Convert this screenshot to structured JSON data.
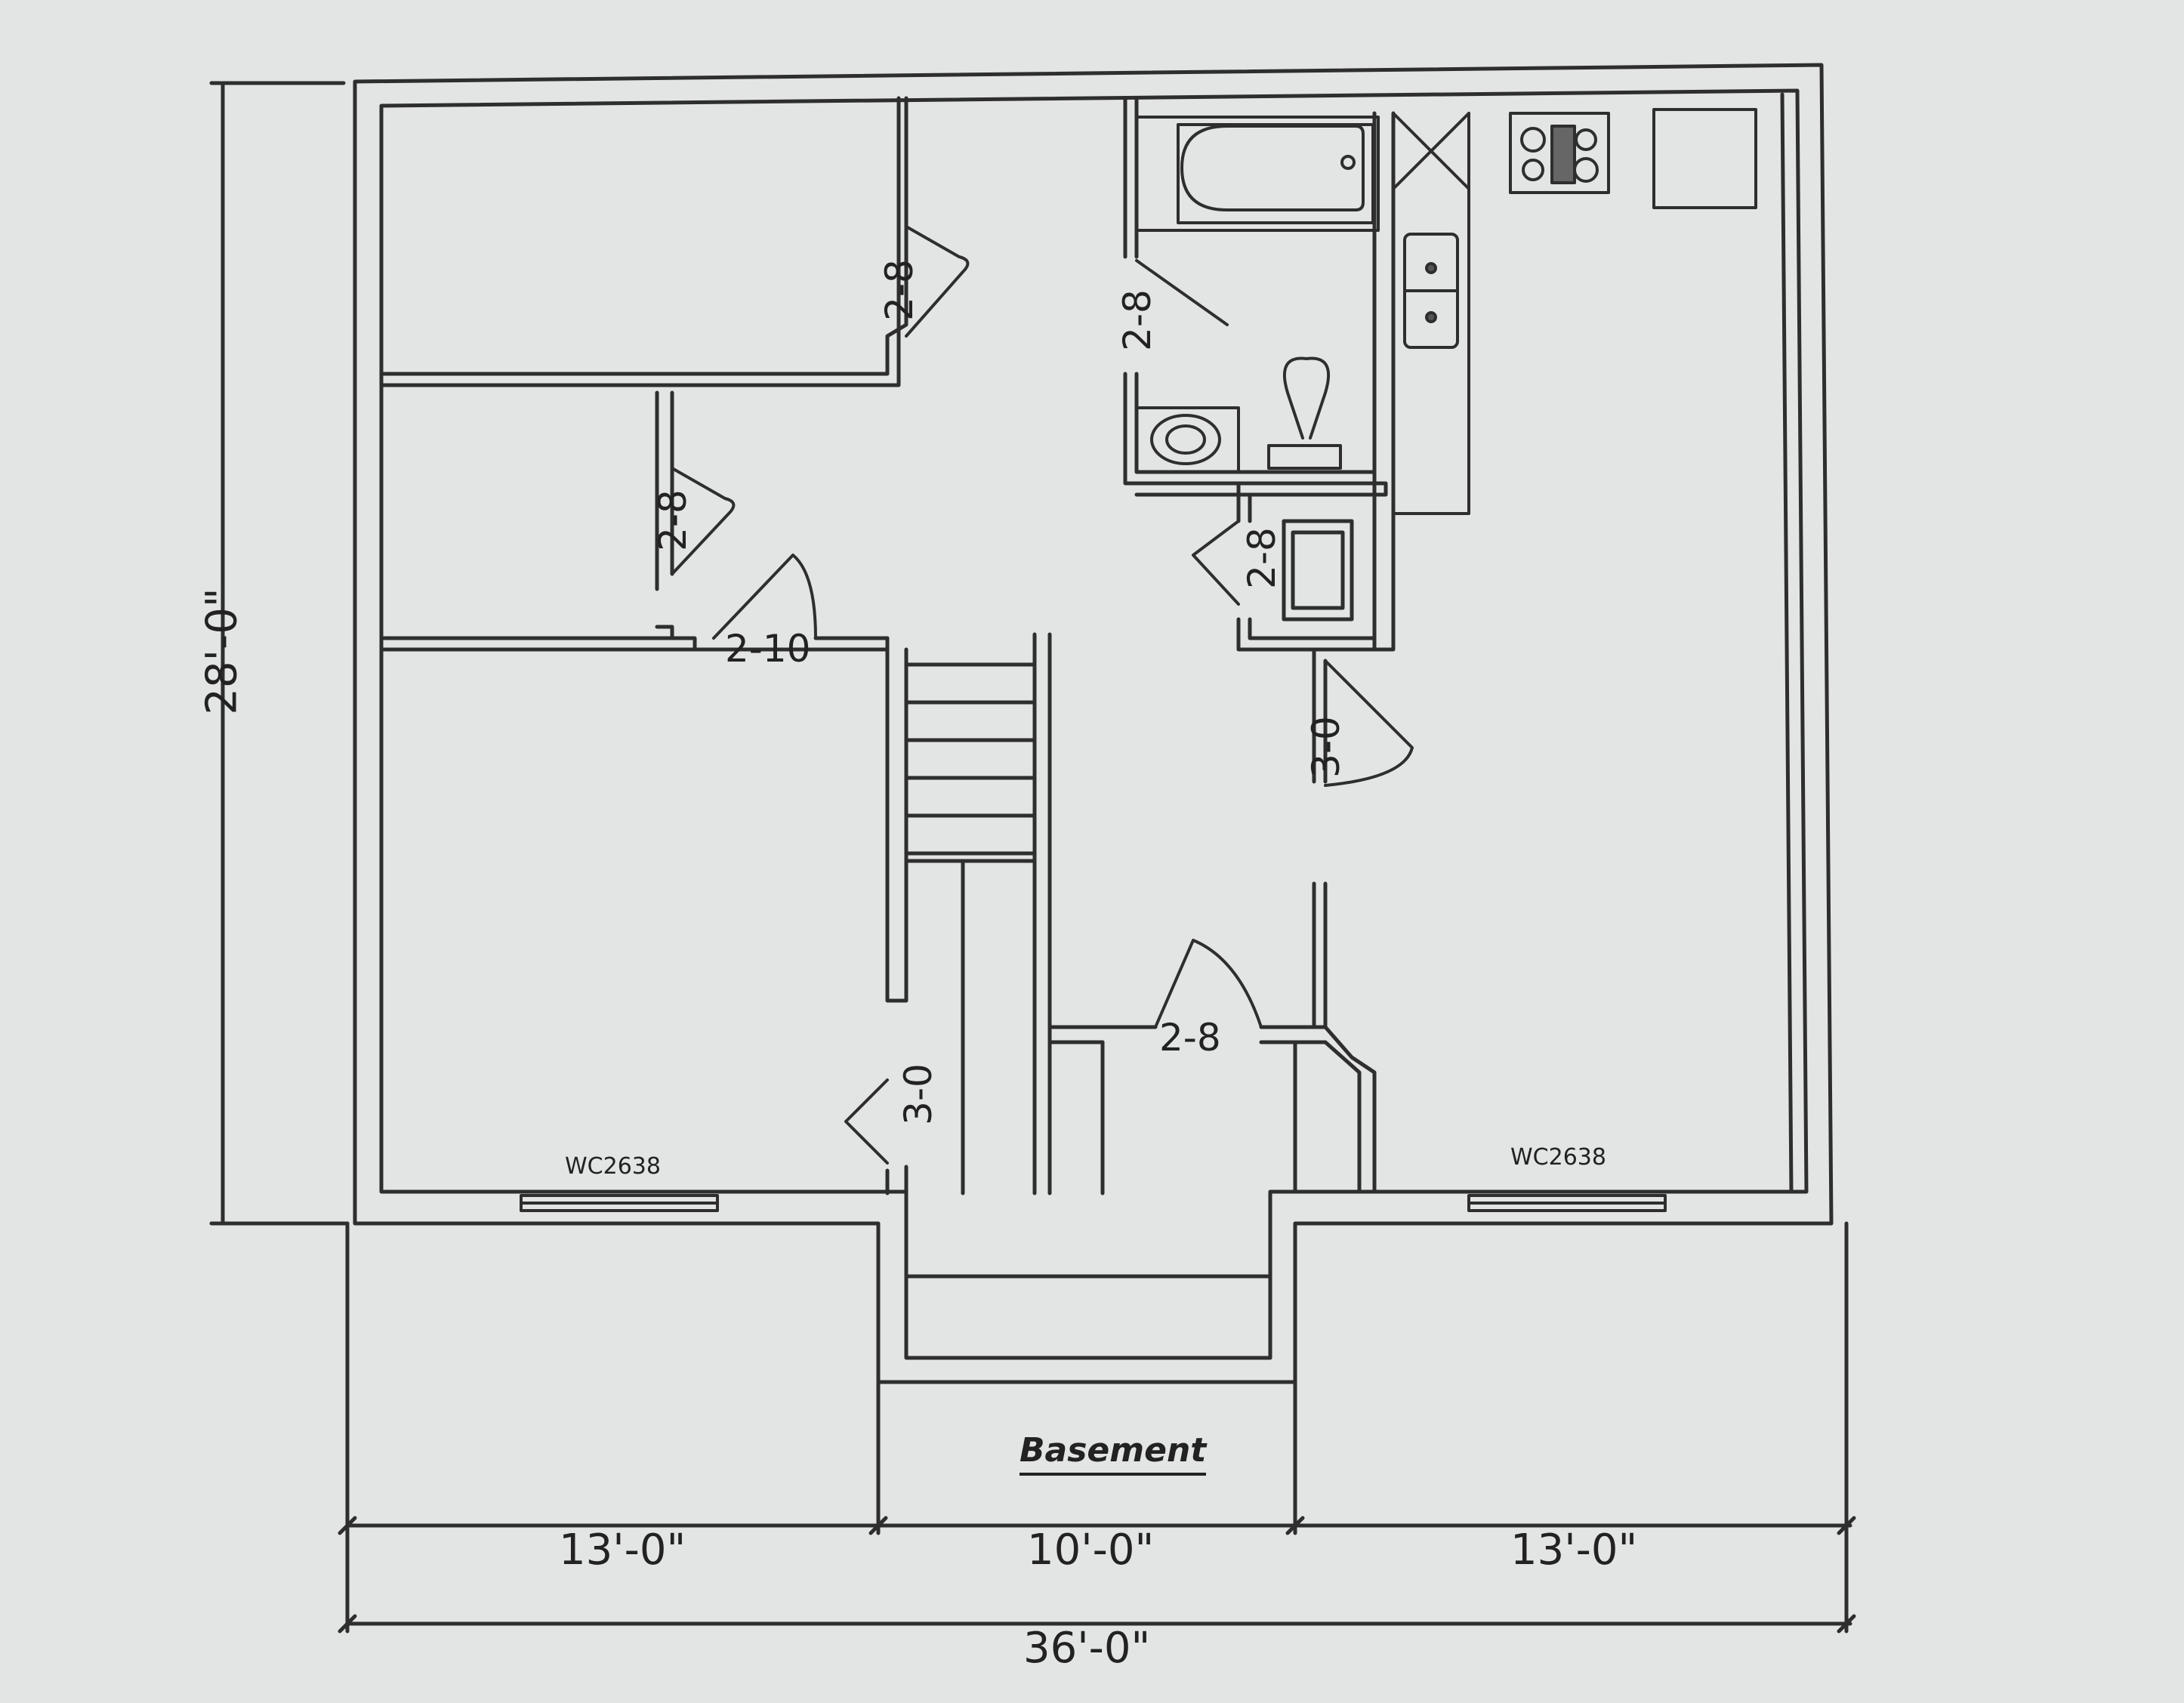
{
  "drawing": {
    "title": "Basement",
    "paper_color": "#e3e5e4",
    "line_color": "#2e2e2e"
  },
  "dimensions": {
    "overall_width": "36'-0\"",
    "overall_depth": "28'-0\"",
    "segments": [
      "13'-0\"",
      "10'-0\"",
      "13'-0\""
    ]
  },
  "doors": [
    {
      "id": "bedroom-1",
      "label": "2-8"
    },
    {
      "id": "bedroom-2",
      "label": "2-8"
    },
    {
      "id": "hall",
      "label": "2-10"
    },
    {
      "id": "bath",
      "label": "2-8"
    },
    {
      "id": "laundry",
      "label": "2-8"
    },
    {
      "id": "living",
      "label": "3-0"
    },
    {
      "id": "stair-bottom",
      "label": "2-8"
    },
    {
      "id": "left-room",
      "label": "3-0"
    }
  ],
  "windows": [
    {
      "id": "left-window",
      "label": "WC2638"
    },
    {
      "id": "right-window",
      "label": "WC2638"
    }
  ],
  "fixtures": [
    "bathtub",
    "toilet",
    "lavatory-sink",
    "double-kitchen-sink",
    "range-cooktop",
    "refrigerator",
    "washer-dryer",
    "stairs"
  ]
}
